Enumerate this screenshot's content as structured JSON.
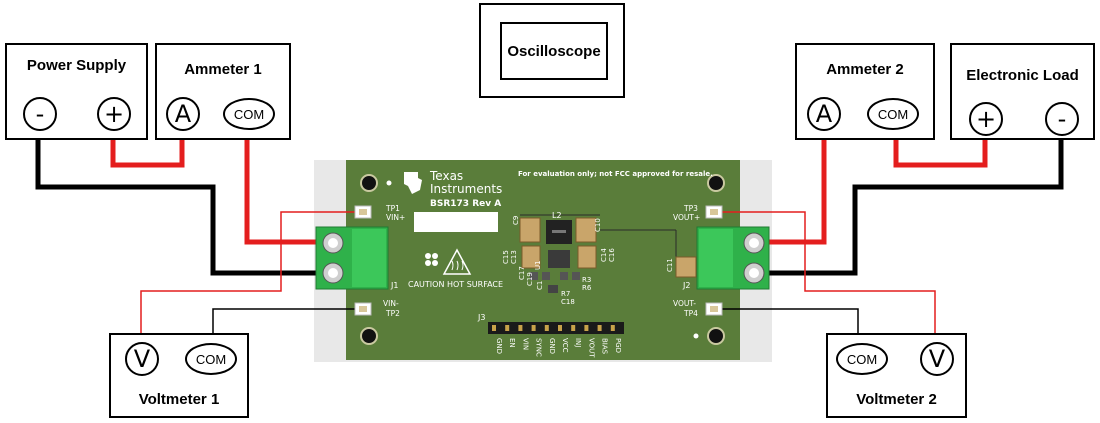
{
  "instruments": {
    "power_supply": {
      "title": "Power Supply",
      "neg": "-",
      "pos": "+"
    },
    "ammeter1": {
      "title": "Ammeter 1",
      "a": "A",
      "com": "COM"
    },
    "oscilloscope": {
      "title": "Oscilloscope"
    },
    "ammeter2": {
      "title": "Ammeter 2",
      "a": "A",
      "com": "COM"
    },
    "eload": {
      "title": "Electronic Load",
      "pos": "+",
      "neg": "-"
    },
    "voltmeter1": {
      "title": "Voltmeter 1",
      "v": "V",
      "com": "COM"
    },
    "voltmeter2": {
      "title": "Voltmeter 2",
      "com": "COM",
      "v": "V"
    }
  },
  "board": {
    "brand_line1": "Texas",
    "brand_line2": "Instruments",
    "part": "BSR173 Rev A",
    "notice": "For evaluation only; not FCC approved for resale.",
    "caution": "CAUTION HOT SURFACE",
    "tp1": "TP1",
    "vin_plus": "VIN+",
    "tp3": "TP3",
    "vout_plus": "VOUT+",
    "vin_minus": "VIN-",
    "tp2": "TP2",
    "vout_minus": "VOUT-",
    "tp4": "TP4",
    "j1": "J1",
    "j2": "J2",
    "j3": "J3",
    "l2": "L2",
    "c9": "C9",
    "c10": "C10",
    "c15": "C15",
    "c13": "C13",
    "c14": "C14",
    "c16": "C16",
    "c17": "C17",
    "c19": "C19",
    "u1": "U1",
    "c1": "C1",
    "r3": "R3",
    "r6": "R6",
    "r7": "R7",
    "c18": "C18",
    "c11": "C11",
    "header_pins": [
      "GND",
      "EN",
      "VIN",
      "SYNC",
      "GND",
      "VCC",
      "INJ",
      "VOUT",
      "BIAS",
      "PGD"
    ]
  },
  "colors": {
    "wire_red": "#e41e1e",
    "wire_black": "#000000",
    "pcb_green": "#5a7d3a",
    "terminal_green": "#2fb14a"
  }
}
